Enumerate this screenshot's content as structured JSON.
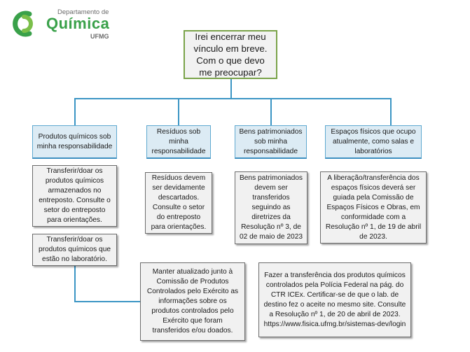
{
  "logo": {
    "line1": "Departamento de",
    "line2": "Química",
    "line3": "UFMG"
  },
  "root": {
    "text": "Irei encerrar meu vínculo em breve. Com o que devo me preocupar?"
  },
  "categories": [
    {
      "label": "Produtos químicos sob minha responsabilidade"
    },
    {
      "label": "Resíduos sob minha responsabilidade"
    },
    {
      "label": "Bens patrimoniados sob minha responsabilidade"
    },
    {
      "label": "Espaços físicos que ocupo atualmente, como salas e laboratórios"
    }
  ],
  "notes": {
    "chem_storage": "Transferir/doar os produtos químicos armazenados no entreposto. Consulte o setor do entreposto para orientações.",
    "chem_lab": "Transferir/doar os produtos químicos que estão no laboratório.",
    "residues": "Resíduos devem ser devidamente descartados. Consulte o setor do entreposto para orientações.",
    "assets": "Bens patrimoniados devem ser transferidos seguindo as diretrizes da Resolução nº 3, de 02 de maio de 2023",
    "spaces": "A liberação/transferência dos espaços físicos deverá ser guiada pela Comissão de Espaços Físicos e Obras, em conformidade com a Resolução nº 1, de 19 de abril de 2023.",
    "controlled_update": "Manter atualizado junto à Comissão de Produtos Controlados pelo Exército as informações sobre os produtos controlados pelo Exército que foram transferidos e/ou doados.",
    "federal_police": "Fazer a transferência dos produtos químicos controlados pela Polícia Federal na pág. do CTR ICEx. Certificar-se de que o lab. de destino fez o aceite no mesmo site. Consulte a Resolução nº 1, de 20 de abril de 2023. https://www.fisica.ufmg.br/sistemas-dev/login"
  },
  "colors": {
    "connector": "#3b95c4",
    "category_fill": "#dcebf4",
    "root_border": "#7aa34a",
    "logo_green": "#3aa14a",
    "logo_gray": "#6b6b6b"
  }
}
